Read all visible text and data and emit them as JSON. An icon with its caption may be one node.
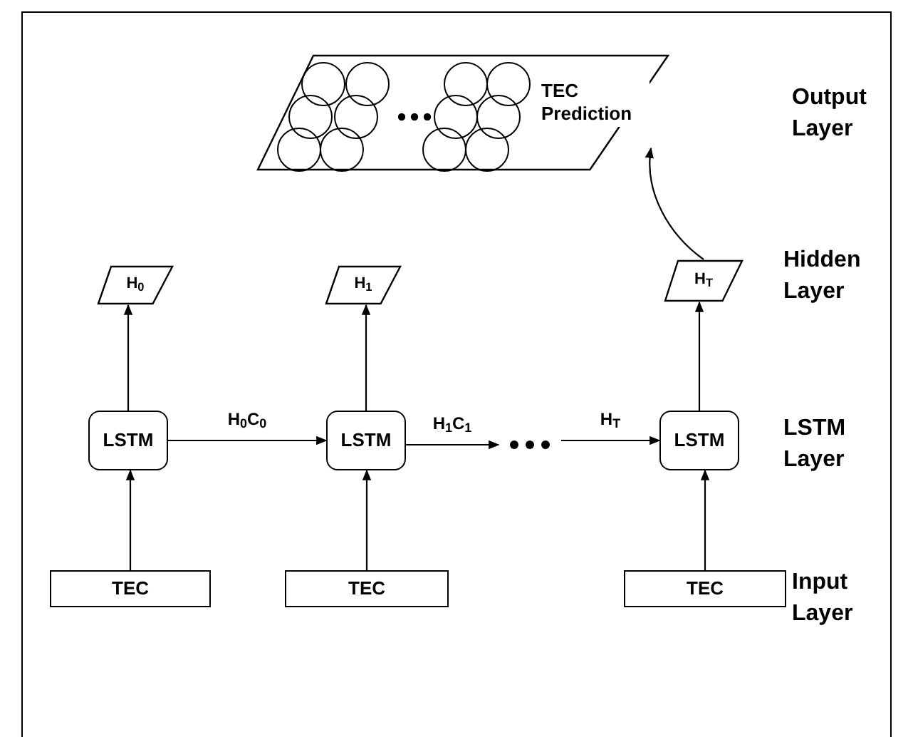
{
  "diagram": {
    "nodes": [
      {
        "text": [
          "TEC Prediction"
        ]
      },
      {
        "text": [
          "H$_{0}$"
        ]
      },
      {
        "text": [
          "H$_{1}$"
        ]
      },
      {
        "text": [
          "H$_{T}$"
        ]
      },
      {
        "text": [
          "LSTM"
        ]
      },
      {
        "text": [
          "LSTM"
        ]
      },
      {
        "text": [
          "LSTM"
        ]
      },
      {
        "text": [
          "TEC"
        ]
      },
      {
        "text": [
          "TEC"
        ]
      },
      {
        "text": [
          "TEC"
        ]
      },
      {
        "text": [],
        "shape": "ellipsis"
      }
    ],
    "edges": [
      {
        "from": 7,
        "to": 4,
        "arrow": "to"
      },
      {
        "from": 8,
        "to": 5,
        "arrow": "to"
      },
      {
        "from": 9,
        "to": 6,
        "arrow": "to"
      },
      {
        "from": 4,
        "to": 1,
        "arrow": "to"
      },
      {
        "from": 5,
        "to": 2,
        "arrow": "to"
      },
      {
        "from": 6,
        "to": 3,
        "arrow": "to"
      },
      {
        "from": 4,
        "to": 5,
        "arrow": "to",
        "label": "H$_{0}$C$_{0}$"
      },
      {
        "from": 5,
        "to": 10,
        "arrow": "to",
        "label": "H$_{1}$C$_{1}$"
      },
      {
        "from": 10,
        "to": 6,
        "arrow": "to",
        "label": "H$_{T}$"
      },
      {
        "from": 3,
        "to": 0,
        "arrow": "to"
      }
    ],
    "labels": [
      "Output Layer",
      "Hidden Layer",
      "LSTM Layer",
      "Input Layer"
    ]
  }
}
